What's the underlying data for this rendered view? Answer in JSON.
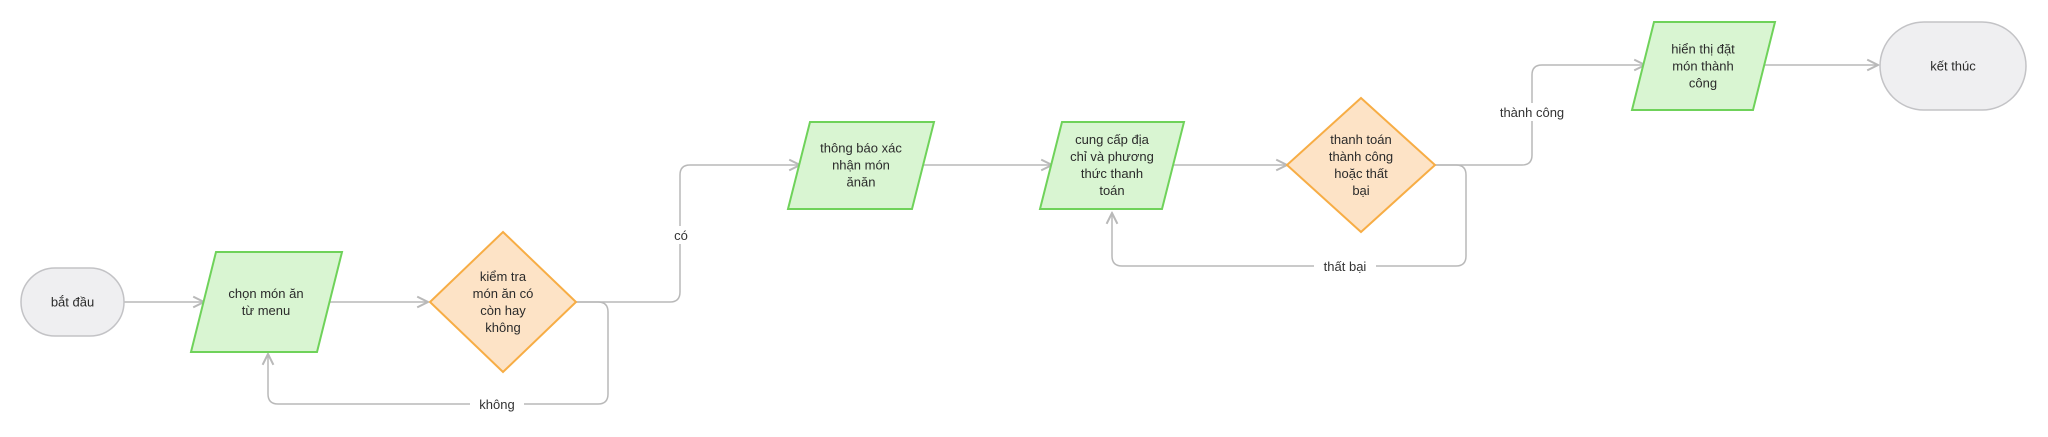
{
  "colors": {
    "terminal_fill": "#efeff1",
    "terminal_stroke": "#c3c3c6",
    "io_fill": "#d9f5d2",
    "io_stroke": "#6fd25a",
    "decision_fill": "#fde3c6",
    "decision_stroke": "#f7ad45",
    "edge": "#b9b9b9"
  },
  "nodes": {
    "start": {
      "lines": [
        "bắt đầu"
      ]
    },
    "choose": {
      "lines": [
        "chọn món ăn",
        "từ menu"
      ]
    },
    "check": {
      "lines": [
        "kiểm tra",
        "món ăn có",
        "còn hay",
        "không"
      ]
    },
    "notify": {
      "lines": [
        "thông báo xác",
        "nhận món",
        "ănăn"
      ]
    },
    "provide": {
      "lines": [
        "cung cấp địa",
        "chỉ và phương",
        "thức thanh",
        "toán"
      ]
    },
    "payment": {
      "lines": [
        "thanh toán",
        "thành công",
        "hoặc thất",
        "bại"
      ]
    },
    "success": {
      "lines": [
        "hiển thị đặt",
        "món thành",
        "công"
      ]
    },
    "end": {
      "lines": [
        "kết thúc"
      ]
    }
  },
  "edges": {
    "yes": "có",
    "no": "không",
    "fail": "thất bại",
    "succeeded": "thành công"
  }
}
